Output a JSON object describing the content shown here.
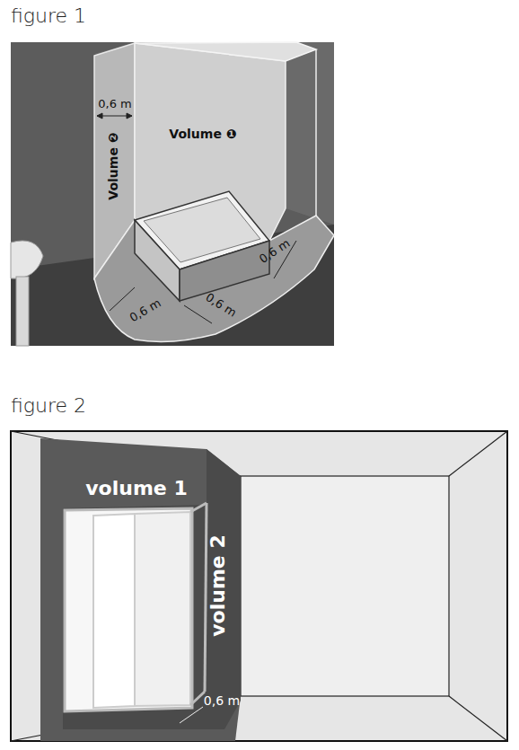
{
  "diagram": {
    "labels": [
      "figure 1",
      "0,6 m",
      "Volume ❷",
      "Volume ❶",
      "0,6 m",
      "0,6 m",
      "0,6 m",
      "figure 2",
      "volume 1",
      "volume 2",
      "0,6 m"
    ]
  }
}
